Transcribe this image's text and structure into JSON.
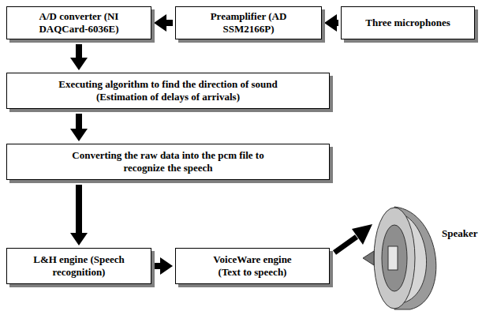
{
  "diagram": {
    "nodes": [
      {
        "text": [
          "Three microphones"
        ]
      },
      {
        "text": [
          "Preamplifier (AD SSM2166P)"
        ]
      },
      {
        "text": [
          "A/D converter (NI DAQCard-6036E)"
        ]
      },
      {
        "text": [
          "Executing algorithm to find the direction of sound (Estimation of delays of arrivals)"
        ]
      },
      {
        "text": [
          "Converting the raw data into the pcm file to recognize the speech"
        ]
      },
      {
        "text": [
          "L&H engine (Speech recognition)"
        ]
      },
      {
        "text": [
          "VoiceWare engine (Text to speech)"
        ]
      }
    ],
    "edges": [
      {
        "from": 0,
        "to": 1,
        "arrow": "to"
      },
      {
        "from": 1,
        "to": 2,
        "arrow": "to"
      },
      {
        "from": 2,
        "to": 3,
        "arrow": "to"
      },
      {
        "from": 3,
        "to": 4,
        "arrow": "to"
      },
      {
        "from": 4,
        "to": 5,
        "arrow": "to"
      },
      {
        "from": 5,
        "to": 6,
        "arrow": "to"
      }
    ],
    "labels": [
      "Speaker"
    ]
  }
}
